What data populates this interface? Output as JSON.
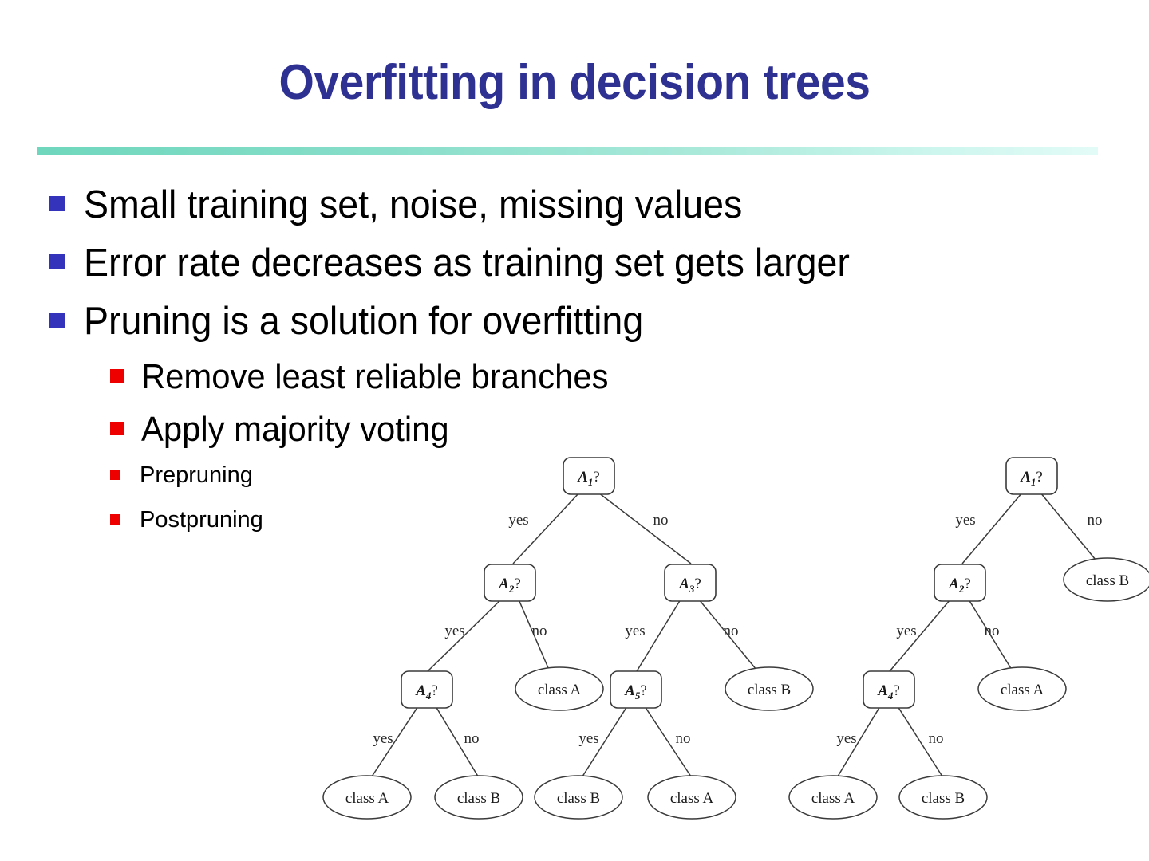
{
  "slide": {
    "title": "Overfitting in decision trees",
    "title_color": "#2e3192",
    "divider_color_start": "#6fd7bd",
    "divider_color_end": "#e3fbf6",
    "background": "#ffffff"
  },
  "bullets": [
    {
      "level": 1,
      "marker_color": "#3333bb",
      "text": "Small training set, noise, missing values"
    },
    {
      "level": 1,
      "marker_color": "#3333bb",
      "text": "Error rate decreases as training set gets larger"
    },
    {
      "level": 1,
      "marker_color": "#3333bb",
      "text": "Pruning is a solution for overfitting"
    },
    {
      "level": 2,
      "marker_color": "#ee0000",
      "text": "Remove least reliable branches"
    },
    {
      "level": 2,
      "marker_color": "#ee0000",
      "text": "Apply majority voting"
    },
    {
      "level": 3,
      "marker_color": "#ee0000",
      "text": "Prepruning"
    },
    {
      "level": 3,
      "marker_color": "#ee0000",
      "text": "Postpruning"
    }
  ],
  "figure": {
    "caption": "",
    "trees": [
      {
        "name": "unpruned-decision-tree",
        "root": "A1?",
        "nodes": [
          {
            "id": "n1",
            "label_base": "A",
            "label_sub": "1",
            "label_suffix": "?",
            "shape": "box"
          },
          {
            "id": "n2",
            "label_base": "A",
            "label_sub": "2",
            "label_suffix": "?",
            "shape": "box"
          },
          {
            "id": "n3",
            "label_base": "A",
            "label_sub": "3",
            "label_suffix": "?",
            "shape": "box"
          },
          {
            "id": "n4",
            "label_base": "A",
            "label_sub": "4",
            "label_suffix": "?",
            "shape": "box"
          },
          {
            "id": "n5",
            "label_base": "A",
            "label_sub": "5",
            "label_suffix": "?",
            "shape": "box"
          },
          {
            "id": "l1",
            "label": "class A",
            "shape": "ellipse"
          },
          {
            "id": "l2",
            "label": "class B",
            "shape": "ellipse"
          },
          {
            "id": "l3",
            "label": "class A",
            "shape": "ellipse"
          },
          {
            "id": "l4",
            "label": "class B",
            "shape": "ellipse"
          },
          {
            "id": "l5",
            "label": "class B",
            "shape": "ellipse"
          },
          {
            "id": "l6",
            "label": "class A",
            "shape": "ellipse"
          }
        ],
        "edge_labels": [
          "yes",
          "no",
          "yes",
          "no",
          "yes",
          "no",
          "yes",
          "no",
          "yes",
          "no"
        ]
      },
      {
        "name": "pruned-decision-tree",
        "root": "A1?",
        "nodes": [
          {
            "id": "m1",
            "label_base": "A",
            "label_sub": "1",
            "label_suffix": "?",
            "shape": "box"
          },
          {
            "id": "m2",
            "label_base": "A",
            "label_sub": "2",
            "label_suffix": "?",
            "shape": "box"
          },
          {
            "id": "m4",
            "label_base": "A",
            "label_sub": "4",
            "label_suffix": "?",
            "shape": "box"
          },
          {
            "id": "k1",
            "label": "class B",
            "shape": "ellipse"
          },
          {
            "id": "k2",
            "label": "class A",
            "shape": "ellipse"
          },
          {
            "id": "k3",
            "label": "class A",
            "shape": "ellipse"
          },
          {
            "id": "k4",
            "label": "class B",
            "shape": "ellipse"
          }
        ],
        "edge_labels": [
          "yes",
          "no",
          "yes",
          "no",
          "yes",
          "no"
        ]
      }
    ],
    "labels": {
      "yes": "yes",
      "no": "no",
      "class_a": "class A",
      "class_b": "class B",
      "a1": "A",
      "a1sub": "1",
      "a2": "A",
      "a2sub": "2",
      "a3": "A",
      "a3sub": "3",
      "a4": "A",
      "a4sub": "4",
      "a5": "A",
      "a5sub": "5",
      "question": "?"
    }
  }
}
